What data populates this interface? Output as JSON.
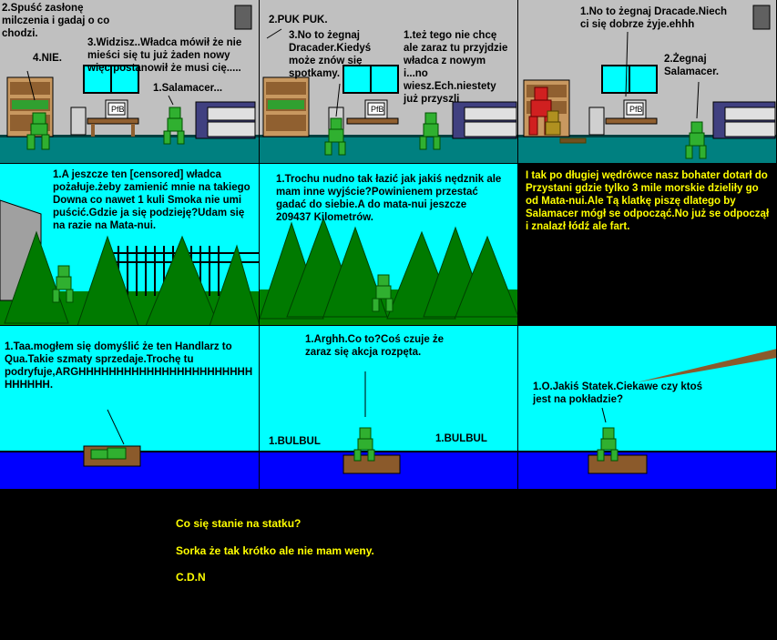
{
  "panels": {
    "p1": {
      "t1": "2.Spuść zasłonę\nmilczenia i gadaj o co\nchodzi.",
      "t2": "4.NIE.",
      "t3": "3.Widzisz..Władca mówił że nie\nmieści się tu już żaden nowy\nwięc postanowił że musi cię.....",
      "t4": "1.Salamacer...",
      "monitor_label": "PfB"
    },
    "p2": {
      "t1": "2.PUK PUK.",
      "t2": "3.No to żegnaj\nDracader.Kiedyś\nmoże znów się\nspotkamy.",
      "t3": "1.też tego nie chcę\nale zaraz tu przyjdzie\nwładca z nowym\ni...no\nwiesz.Ech.niestety\njuż przyszli",
      "monitor_label": "PfB"
    },
    "p3": {
      "t1": "1.No to żegnaj Dracade.Niech\nci się dobrze żyje.ehhh",
      "t2": "2.Żegnaj\nSalamacer.",
      "monitor_label": "PfB"
    },
    "p4": {
      "t1": "1.A jeszcze ten [censored] władca\npożałuje.żeby zamienić mnie na takiego\nDowna co nawet 1 kuli Smoka nie umi\npuścić.Gdzie ja się podzieję?Udam się\nna razie na Mata-nui."
    },
    "p5": {
      "t1": "1.Trochu nudno tak łazić jak jakiś nędznik ale\nmam inne wyjście?Powinienem przestać\ngadać do siebie.A do mata-nui jeszcze\n209437 Kilometrów."
    },
    "p6": {
      "t1": "I tak po długiej wędrówce nasz bohater dotarł do\nPrzystani gdzie tylko 3 mile morskie dzieliły go\nod Mata-nui.Ale Tą klatkę piszę dlatego by\nSalamacer mógł se odpocząć.No już se odpoczął\ni znalazł łódź ale fart."
    },
    "p7": {
      "t1": "1.Taa.mogłem się domyślić że ten Handlarz to\nQua.Takie szmaty sprzedaje.Trochę tu\npodryfuje,ARGHHHHHHHHHHHHHHHHHHHHHHH\nHHHHHH."
    },
    "p8": {
      "t1": "1.Arghh.Co to?Coś czuje że\nzaraz się akcja rozpęta.",
      "t2": "1.BULBUL",
      "t3": "1.BULBUL"
    },
    "p9": {
      "t1": "1.O.Jakiś Statek.Ciekawe czy ktoś\njest na pokładzie?"
    }
  },
  "footer": {
    "line1": "Co się stanie na statku?",
    "line2": "Sorka że tak krótko ale nie mam weny.",
    "line3": "C.D.N"
  },
  "colors": {
    "wall": "#c0c0c0",
    "floor": "#008080",
    "sky": "#00ffff",
    "grass": "#008000",
    "sea": "#0000ff",
    "boat": "#8b5a2b",
    "tree": "#007a00",
    "yellow_text": "#ffff00"
  }
}
